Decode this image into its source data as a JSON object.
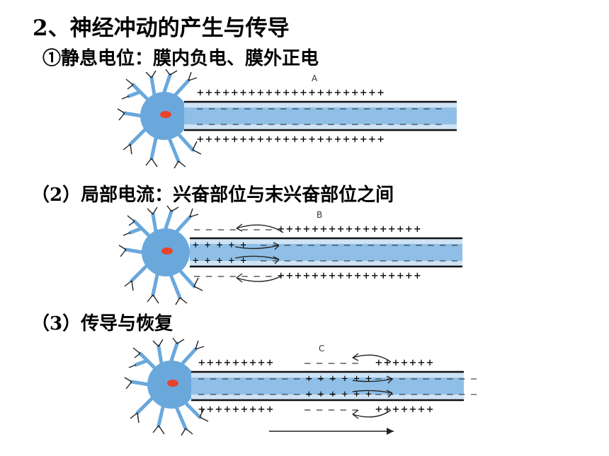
{
  "heading": "2、神经冲动的产生与传导",
  "sections": [
    {
      "label": "①静息电位：膜内负电、膜外正电",
      "panel_letter": "A",
      "outer_top": "++++++++++++++++++++++",
      "inner_top": "– – – – – – – – – – – – – – – – – – – – –",
      "inner_bottom": "– – – – – – – – – – – – – – – – – – – – –",
      "outer_bottom": "++++++++++++++++++++++"
    },
    {
      "label": "（2）局部电流：兴奋部位与末兴奋部位之间",
      "panel_letter": "B",
      "outer_top_minus": "– – – – – – –",
      "outer_top_plus": "+++++++++++++++++",
      "inner_top_plus": "+ + + + +",
      "inner_top_minus": "– – – – – – – – – – – – – – – – –",
      "inner_bottom_plus": "+ + + + +",
      "inner_bottom_minus": "– – – – – – – – – – – – – – – – –",
      "outer_bottom_minus": "– – – – – – –",
      "outer_bottom_plus": "+++++++++++++++++"
    },
    {
      "label": "（3）传导与恢复",
      "panel_letter": "C",
      "outer_top_plus_left": "+++++++++",
      "outer_top_minus": "– – – – –",
      "outer_top_plus_right": "+++++++",
      "inner_top_minus_left": "– – – – – – – – – – – –",
      "inner_top_plus": "+ + + + + +",
      "inner_top_minus_right": "– – – – – – – – –",
      "inner_bottom_minus_left": "– – – – – – – – – – – –",
      "inner_bottom_plus": "+ + + + + +",
      "inner_bottom_minus_right": "– – – – – – – – –",
      "outer_bottom_plus_left": "+++++++++",
      "outer_bottom_minus": "– – – – –",
      "outer_bottom_plus_right": "+++++++"
    }
  ],
  "colors": {
    "soma": "#6aa8dc",
    "axon_light": "#cfe3f5",
    "axon_mid": "#8fbfe6",
    "nucleus": "#e8422a",
    "membrane": "#111111"
  }
}
